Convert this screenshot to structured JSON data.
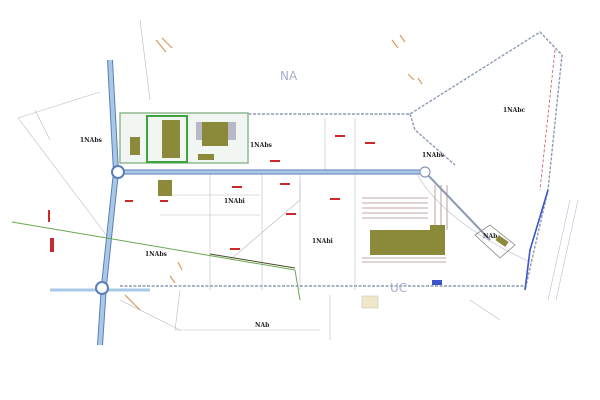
{
  "map": {
    "type": "zoning plan",
    "colors": {
      "road": "#a9c8e6",
      "road_edge": "#5a7fb8",
      "building": "#8a8a3a",
      "green_boundary": "#3ea53e",
      "power_line": "#6aa84f",
      "parcel_line": "#9aa0a8",
      "annotation": "#cc2a2a"
    },
    "zones": [
      {
        "label": "NA"
      },
      {
        "label": "1NAbs"
      },
      {
        "label": "1NAbs"
      },
      {
        "label": "1NAbs"
      },
      {
        "label": "1NAbs"
      },
      {
        "label": "1NAbi"
      },
      {
        "label": "1NAbi"
      },
      {
        "label": "1NAbc"
      },
      {
        "label": "NAb"
      },
      {
        "label": "NAb"
      },
      {
        "label": "UC"
      }
    ]
  }
}
